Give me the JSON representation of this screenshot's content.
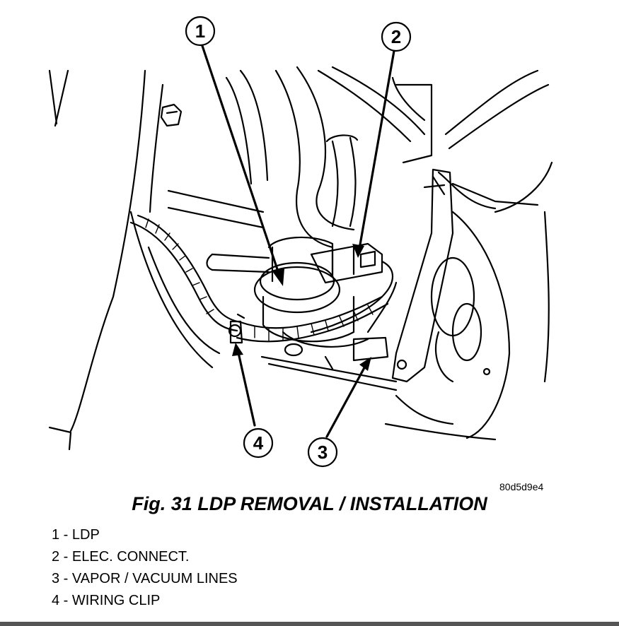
{
  "figure": {
    "title": "Fig. 31 LDP REMOVAL / INSTALLATION",
    "reference_code": "80d5d9e4"
  },
  "callouts": [
    "1",
    "2",
    "3",
    "4"
  ],
  "legend": [
    "1 - LDP",
    "2 - ELEC. CONNECT.",
    "3 - VAPOR / VACUUM LINES",
    "4 - WIRING CLIP"
  ]
}
